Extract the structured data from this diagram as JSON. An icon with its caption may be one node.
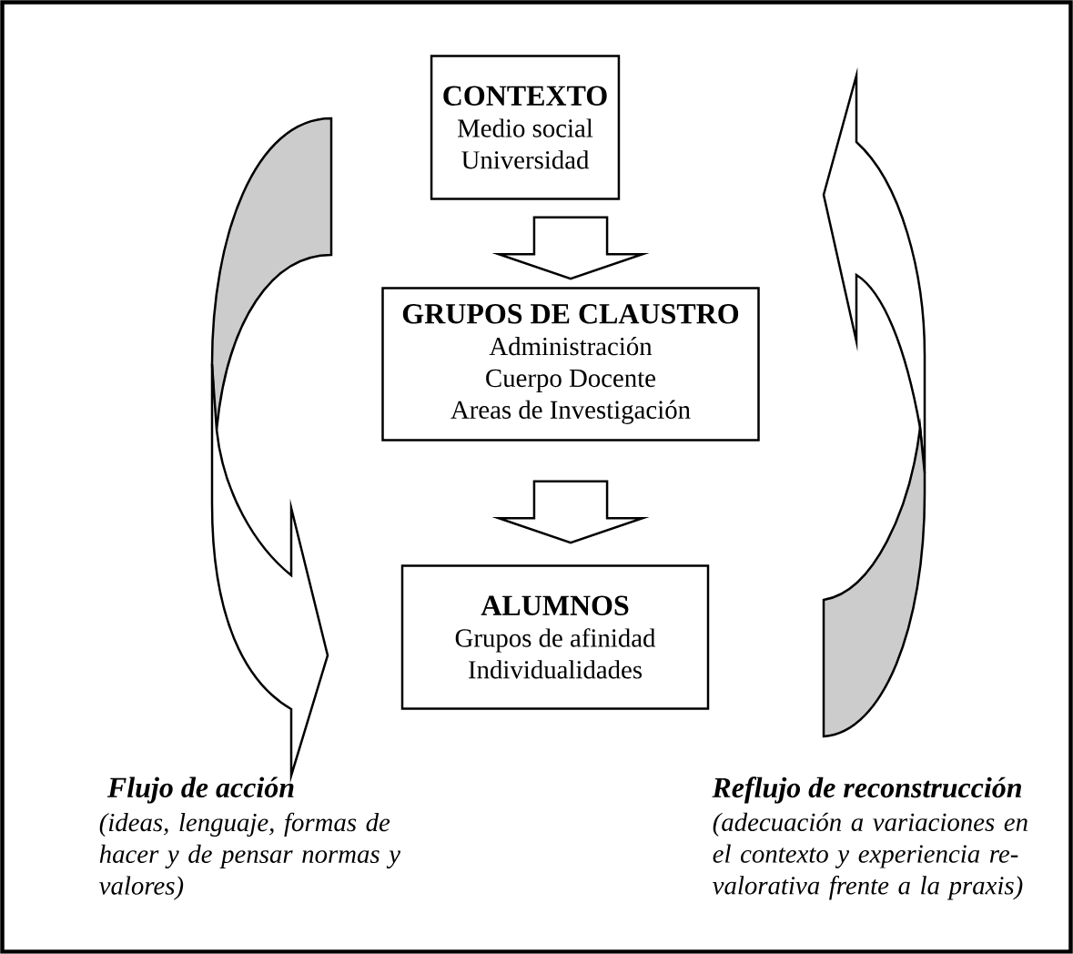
{
  "diagram": {
    "nodes": [
      {
        "text": [
          "CONTEXTO",
          "Medio social",
          "Universidad"
        ]
      },
      {
        "text": [
          "GRUPOS DE CLAUSTRO",
          "Administración",
          "Cuerpo Docente",
          "Areas de Investigación"
        ]
      },
      {
        "text": [
          "ALUMNOS",
          "Grupos de afinidad",
          "Individualidades"
        ]
      }
    ],
    "edges": [
      {
        "from": 0,
        "to": 1,
        "arrow": "to"
      },
      {
        "from": 1,
        "to": 2,
        "arrow": "to"
      }
    ],
    "labels": [
      "Flujo de acción",
      "(ideas, lenguaje, formas de hacer y de pensar normas y valores)",
      "Reflujo de reconstrucción",
      "(adecuación a variaciones en el contexto y experiencia re-valorativa frente a la praxis)"
    ]
  }
}
